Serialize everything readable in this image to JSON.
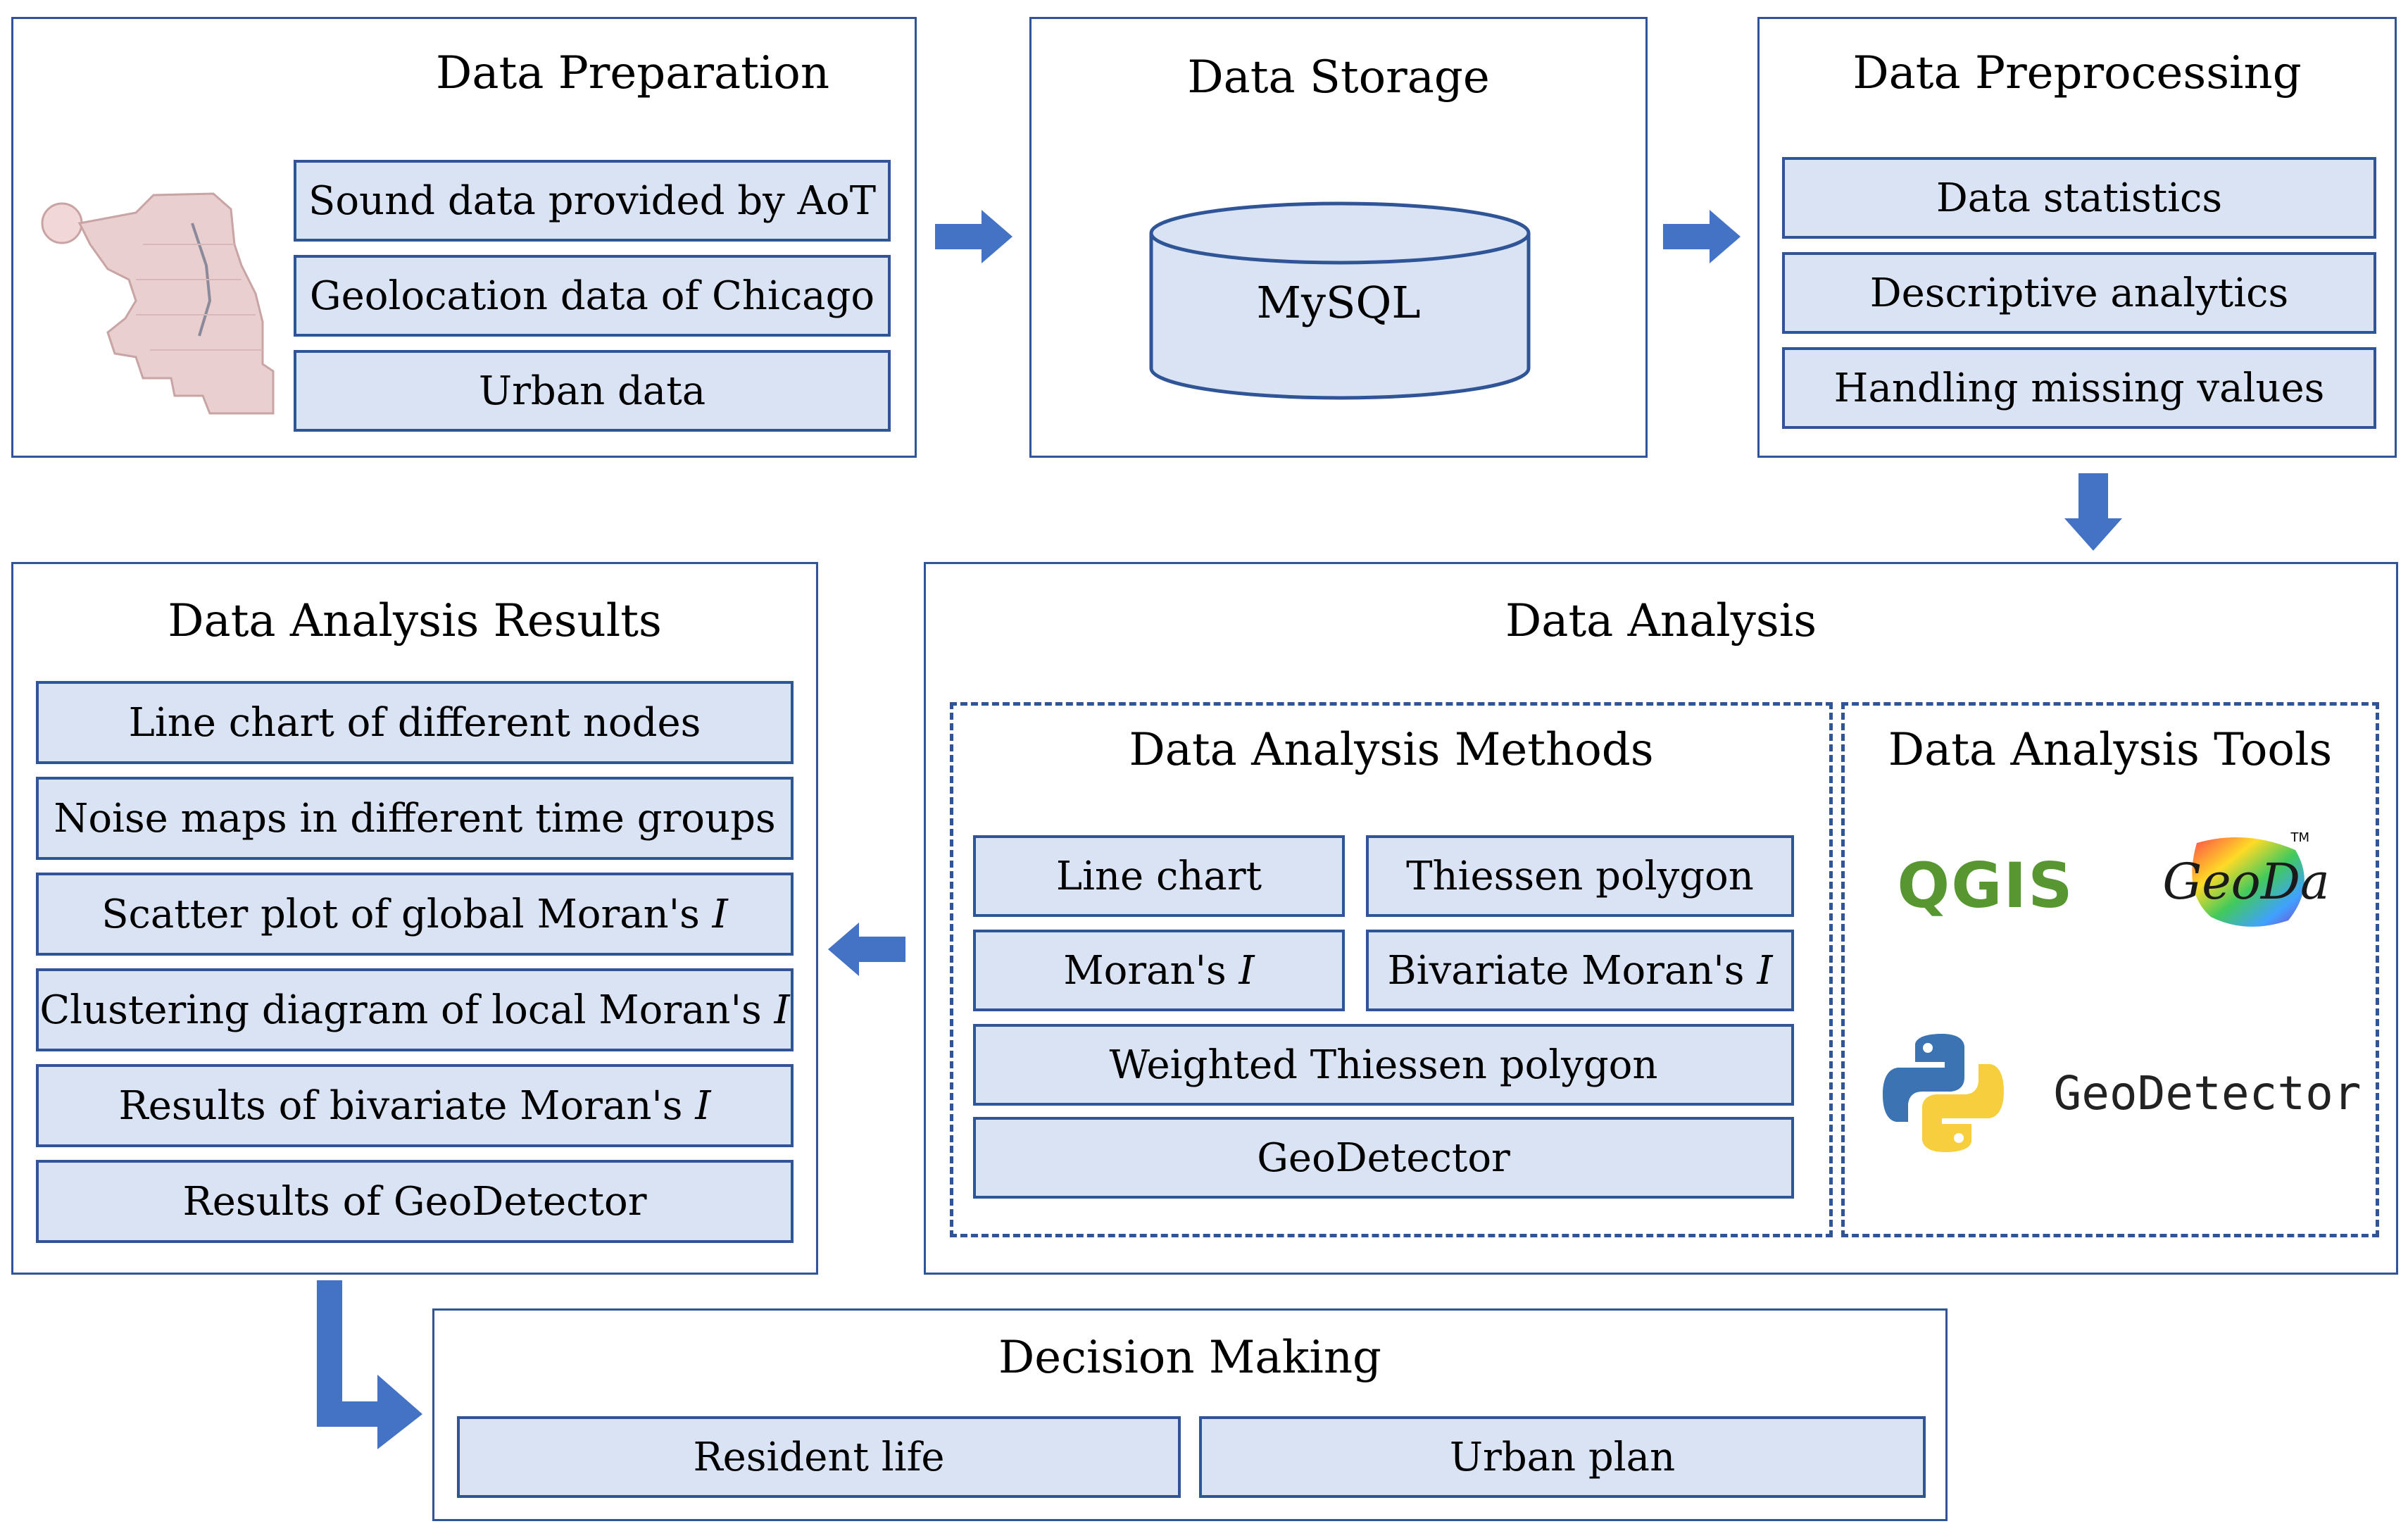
{
  "data_preparation": {
    "title": "Data Preparation",
    "items": [
      "Sound data provided by AoT",
      "Geolocation data of Chicago",
      "Urban data"
    ]
  },
  "data_storage": {
    "title": "Data Storage",
    "database": "MySQL"
  },
  "data_preprocessing": {
    "title": "Data Preprocessing",
    "items": [
      "Data statistics",
      "Descriptive analytics",
      "Handling missing values"
    ]
  },
  "data_analysis": {
    "title": "Data Analysis",
    "methods": {
      "title": "Data Analysis Methods",
      "line_chart": "Line chart",
      "thiessen_polygon": "Thiessen polygon",
      "morans_i_prefix": "Moran's ",
      "bivariate_prefix": "Bivariate Moran's ",
      "italic_i": "I",
      "weighted_thiessen": "Weighted Thiessen polygon",
      "geodetector": "GeoDetector"
    },
    "tools": {
      "title": "Data Analysis Tools",
      "qgis": "QGIS",
      "geoda": "GeoDa",
      "geoda_tm": "TM",
      "python": "python-logo-icon",
      "geodetector": "GeoDetector"
    }
  },
  "data_analysis_results": {
    "title": "Data Analysis Results",
    "line_chart": "Line chart of different nodes",
    "noise_maps": "Noise maps in different time groups",
    "scatter_prefix": "Scatter plot of global Moran's ",
    "clustering_prefix": "Clustering diagram of local Moran's ",
    "bivariate_prefix": "Results of bivariate Moran's ",
    "italic_i": "I",
    "geodetector": "Results of GeoDetector"
  },
  "decision_making": {
    "title": "Decision Making",
    "items": [
      "Resident life",
      "Urban plan"
    ]
  },
  "colors": {
    "border": "#2f5597",
    "box_fill": "#dae3f3",
    "arrow": "#4472c4",
    "qgis_green": "#589632"
  }
}
